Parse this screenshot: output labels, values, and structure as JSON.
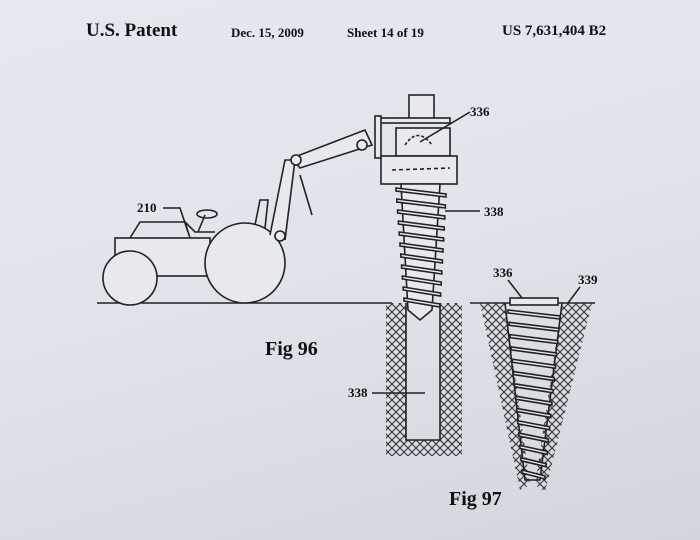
{
  "header": {
    "title": "U.S. Patent",
    "date": "Dec. 15, 2009",
    "sheet": "Sheet 14 of 19",
    "patent_number": "US 7,631,404 B2"
  },
  "figures": {
    "fig96": "Fig 96",
    "fig97": "Fig 97"
  },
  "reference_numerals": {
    "tractor": "210",
    "drive_head": "336",
    "screw_anchor": "338",
    "hole_anchor": "338",
    "cap": "336",
    "ground": "339"
  }
}
